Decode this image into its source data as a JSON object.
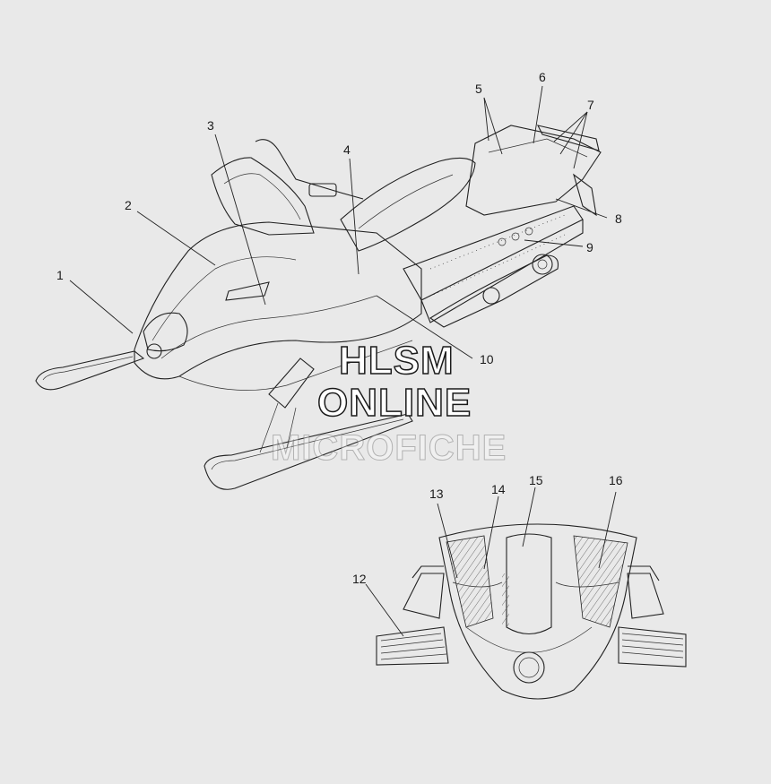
{
  "diagram": {
    "callouts": [
      "1",
      "2",
      "3",
      "4",
      "5",
      "6",
      "7",
      "8",
      "9",
      "10",
      "12",
      "13",
      "14",
      "15",
      "16"
    ]
  },
  "watermark": {
    "line1": "HLSM",
    "line2": "ONLINE",
    "line3": "MICROFICHE"
  },
  "colors": {
    "background": "#e9e9e9",
    "line": "#222222"
  }
}
